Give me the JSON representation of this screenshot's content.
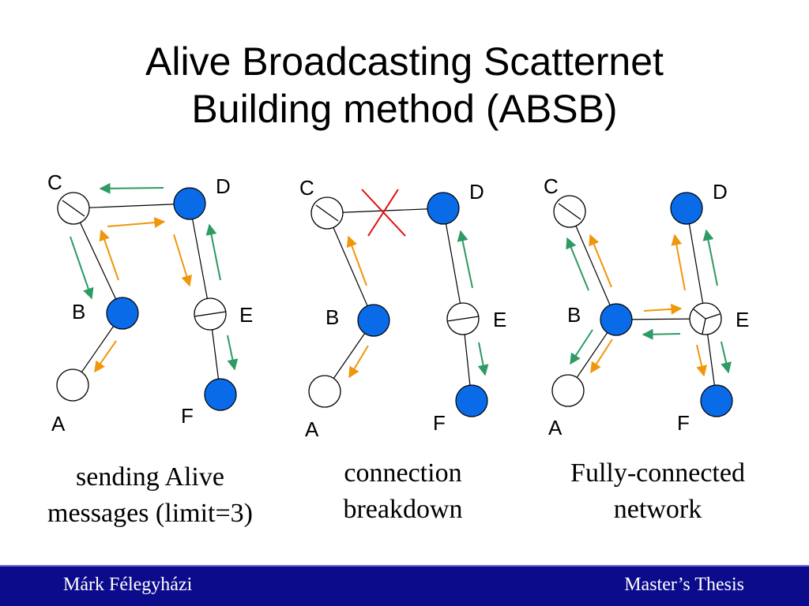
{
  "slide": {
    "title_line1": "Alive Broadcasting Scatternet",
    "title_line2": "Building method (ABSB)"
  },
  "colors": {
    "master": "#0a6be8",
    "slave": "#ffffff",
    "alive_arrow": "#f0960a",
    "reply_arrow": "#2e9a64",
    "break_mark": "#e01010",
    "footer_bg": "#0b0b8c"
  },
  "panels": [
    {
      "caption_lines": [
        "sending Alive",
        "messages (limit=3)"
      ],
      "nodes": [
        {
          "id": "A",
          "label": "A",
          "role": "slave"
        },
        {
          "id": "B",
          "label": "B",
          "role": "master"
        },
        {
          "id": "C",
          "label": "C",
          "role": "bridge"
        },
        {
          "id": "D",
          "label": "D",
          "role": "master"
        },
        {
          "id": "E",
          "label": "E",
          "role": "bridge"
        },
        {
          "id": "F",
          "label": "F",
          "role": "master"
        }
      ],
      "links": [
        "A-B",
        "B-C",
        "C-D",
        "D-E",
        "E-F"
      ]
    },
    {
      "caption_lines": [
        "connection",
        "breakdown"
      ],
      "nodes": [
        {
          "id": "A",
          "label": "A",
          "role": "slave"
        },
        {
          "id": "B",
          "label": "B",
          "role": "master"
        },
        {
          "id": "C",
          "label": "C",
          "role": "bridge"
        },
        {
          "id": "D",
          "label": "D",
          "role": "master"
        },
        {
          "id": "E",
          "label": "E",
          "role": "bridge"
        },
        {
          "id": "F",
          "label": "F",
          "role": "master"
        }
      ],
      "links": [
        "A-B",
        "B-C",
        "D-E",
        "E-F"
      ],
      "broken_links": [
        "C-D"
      ]
    },
    {
      "caption_lines": [
        "Fully-connected",
        "network"
      ],
      "nodes": [
        {
          "id": "A",
          "label": "A",
          "role": "slave"
        },
        {
          "id": "B",
          "label": "B",
          "role": "master"
        },
        {
          "id": "C",
          "label": "C",
          "role": "bridge"
        },
        {
          "id": "D",
          "label": "D",
          "role": "master"
        },
        {
          "id": "E",
          "label": "E",
          "role": "bridge3"
        },
        {
          "id": "F",
          "label": "F",
          "role": "master"
        }
      ],
      "links": [
        "A-B",
        "B-C",
        "B-E",
        "D-E",
        "E-F"
      ]
    }
  ],
  "footer": {
    "author": "Márk Félegyházi",
    "thesis": "Master’s Thesis"
  }
}
